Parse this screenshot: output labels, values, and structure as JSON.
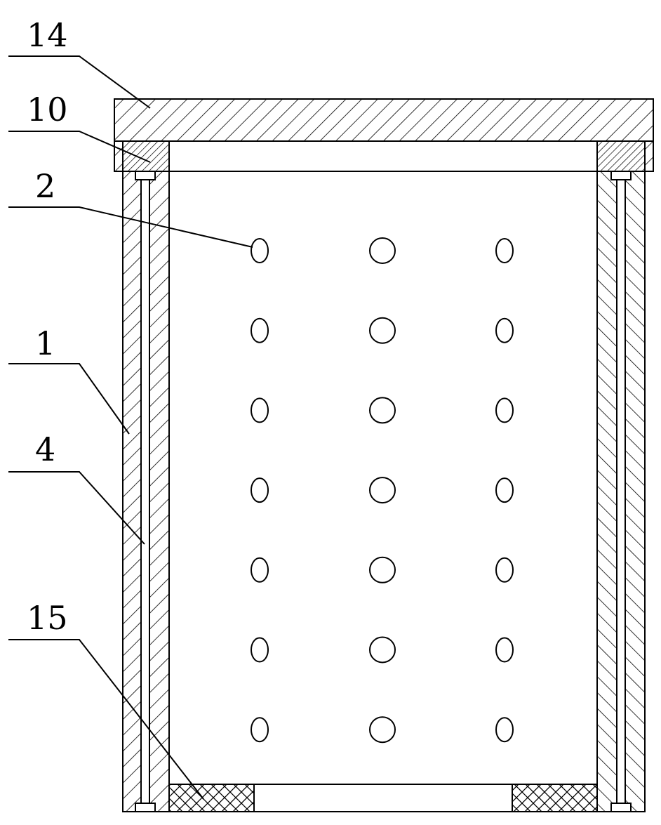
{
  "labels": [
    {
      "id": "14",
      "text": "14"
    },
    {
      "id": "10",
      "text": "10"
    },
    {
      "id": "2",
      "text": "2"
    },
    {
      "id": "1",
      "text": "1"
    },
    {
      "id": "4",
      "text": "4"
    },
    {
      "id": "15",
      "text": "15"
    }
  ],
  "holes": {
    "rows": 7,
    "columns": 3
  },
  "colors": {
    "line": "#000000",
    "background": "#ffffff"
  }
}
